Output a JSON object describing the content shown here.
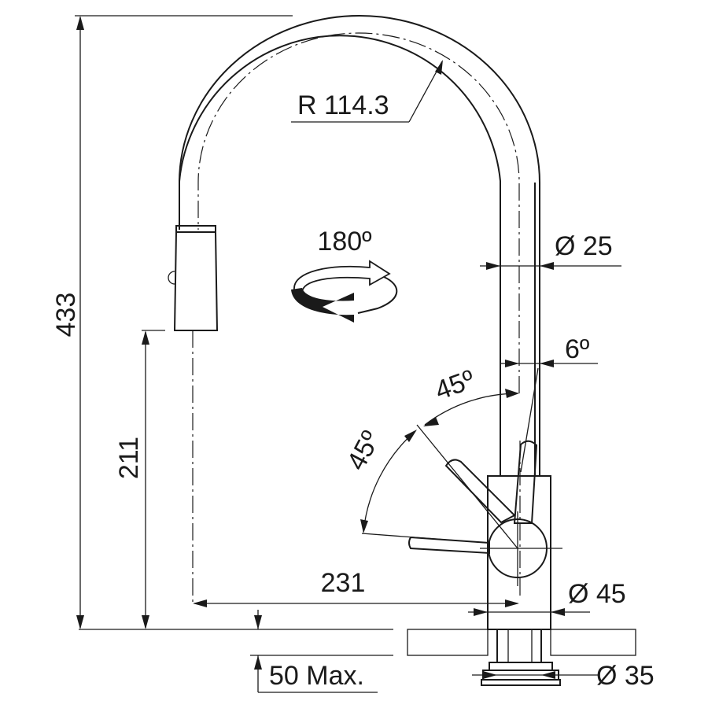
{
  "dimensions": {
    "total_height": "433",
    "spout_height": "211",
    "reach": "231",
    "radius": "R 114.3",
    "spout_diameter": "Ø 25",
    "body_diameter": "Ø 45",
    "hole_diameter": "Ø 35",
    "max_thickness": "50 Max."
  },
  "angles": {
    "swivel": "180º",
    "tilt": "6º",
    "lever_a": "45º",
    "lever_b": "45º"
  }
}
